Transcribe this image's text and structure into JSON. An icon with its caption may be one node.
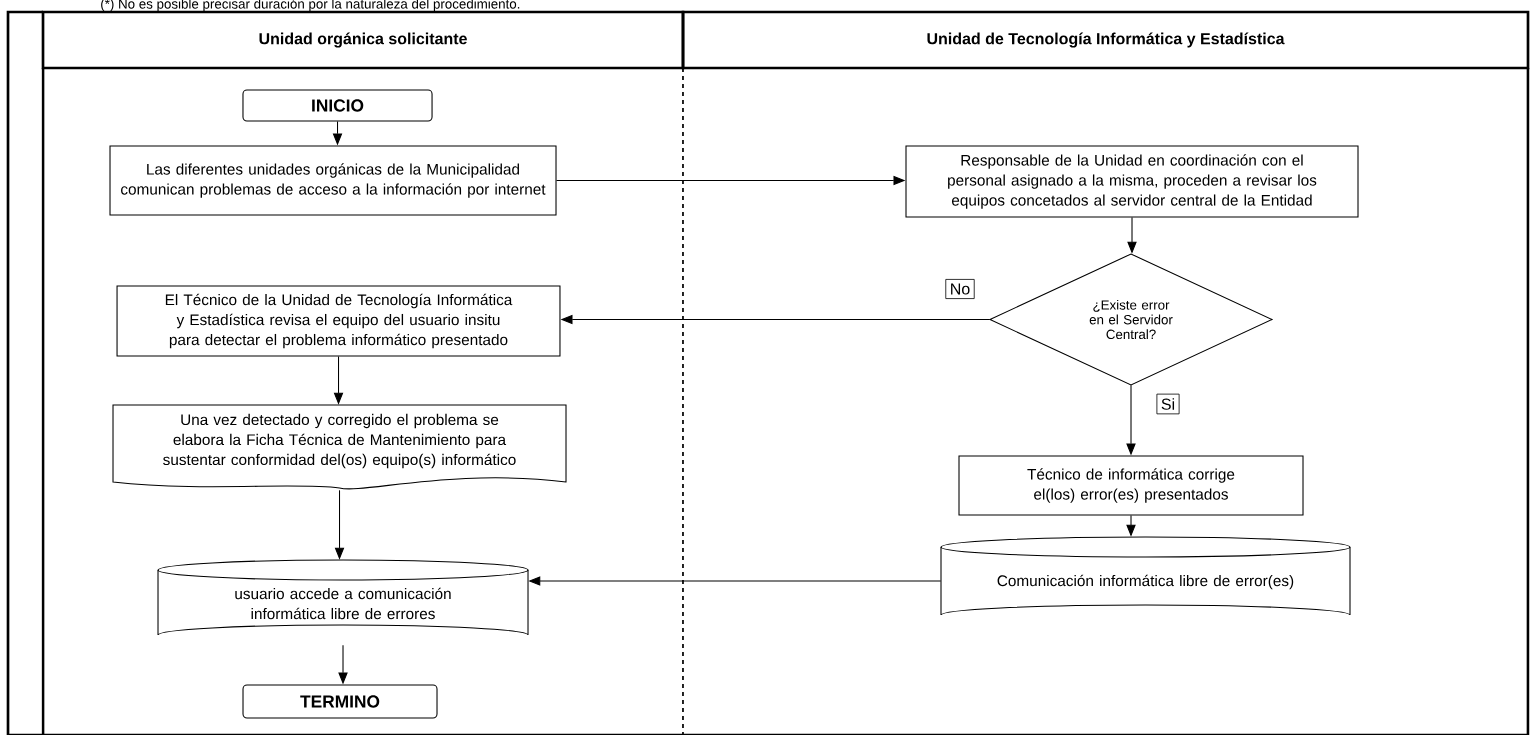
{
  "diagram": {
    "caption": "(*) No es posible precisar duración por la naturaleza del procedimiento.",
    "nodes": [
      {
        "text": [
          "Unidad orgánica solicitante"
        ]
      },
      {
        "text": [
          "Unidad de Tecnología Informática y Estadística"
        ]
      },
      {
        "text": [
          "INICIO"
        ],
        "in": 0
      },
      {
        "text": [
          "Las diferentes unidades orgánicas de la Municipalidad comunican problemas de acceso a la información por internet"
        ],
        "in": 0
      },
      {
        "text": [
          "Responsable de la Unidad en coordinación con el personal asignado a la misma, proceden a revisar los equipos concetados al servidor central de la Entidad"
        ],
        "in": 1
      },
      {
        "text": [
          "¿Existe error en el Servidor Central?"
        ],
        "in": 1
      },
      {
        "text": [
          "El Técnico de la Unidad de Tecnología Informática y Estadística revisa el equipo del usuario insitu para detectar el problema informático presentado"
        ],
        "in": 0
      },
      {
        "text": [
          "Una vez detectado y corregido el problema se elabora la Ficha Técnica de Mantenimiento  para sustentar conformidad del(os) equipo(s) informático"
        ],
        "in": 0
      },
      {
        "text": [
          "Técnico de informática corrige el(los) error(es) presentados"
        ],
        "in": 1
      },
      {
        "text": [
          "Comunicación informática libre de error(es)"
        ],
        "in": 1
      },
      {
        "text": [
          "usuario accede a comunicación informática libre de errores"
        ],
        "in": 0
      },
      {
        "text": [
          "TERMINO"
        ],
        "in": 0
      }
    ],
    "edges": [
      {
        "from": 2,
        "to": 3,
        "arrow": "to"
      },
      {
        "from": 3,
        "to": 4,
        "arrow": "to"
      },
      {
        "from": 4,
        "to": 5,
        "arrow": "to"
      },
      {
        "from": 5,
        "to": 6,
        "arrow": "to",
        "label": "No"
      },
      {
        "from": 5,
        "to": 8,
        "arrow": "to",
        "label": "Si"
      },
      {
        "from": 6,
        "to": 7,
        "arrow": "to"
      },
      {
        "from": 7,
        "to": 10,
        "arrow": "to"
      },
      {
        "from": 8,
        "to": 9,
        "arrow": "to"
      },
      {
        "from": 9,
        "to": 10,
        "arrow": "to"
      },
      {
        "from": 10,
        "to": 11,
        "arrow": "to"
      }
    ]
  }
}
